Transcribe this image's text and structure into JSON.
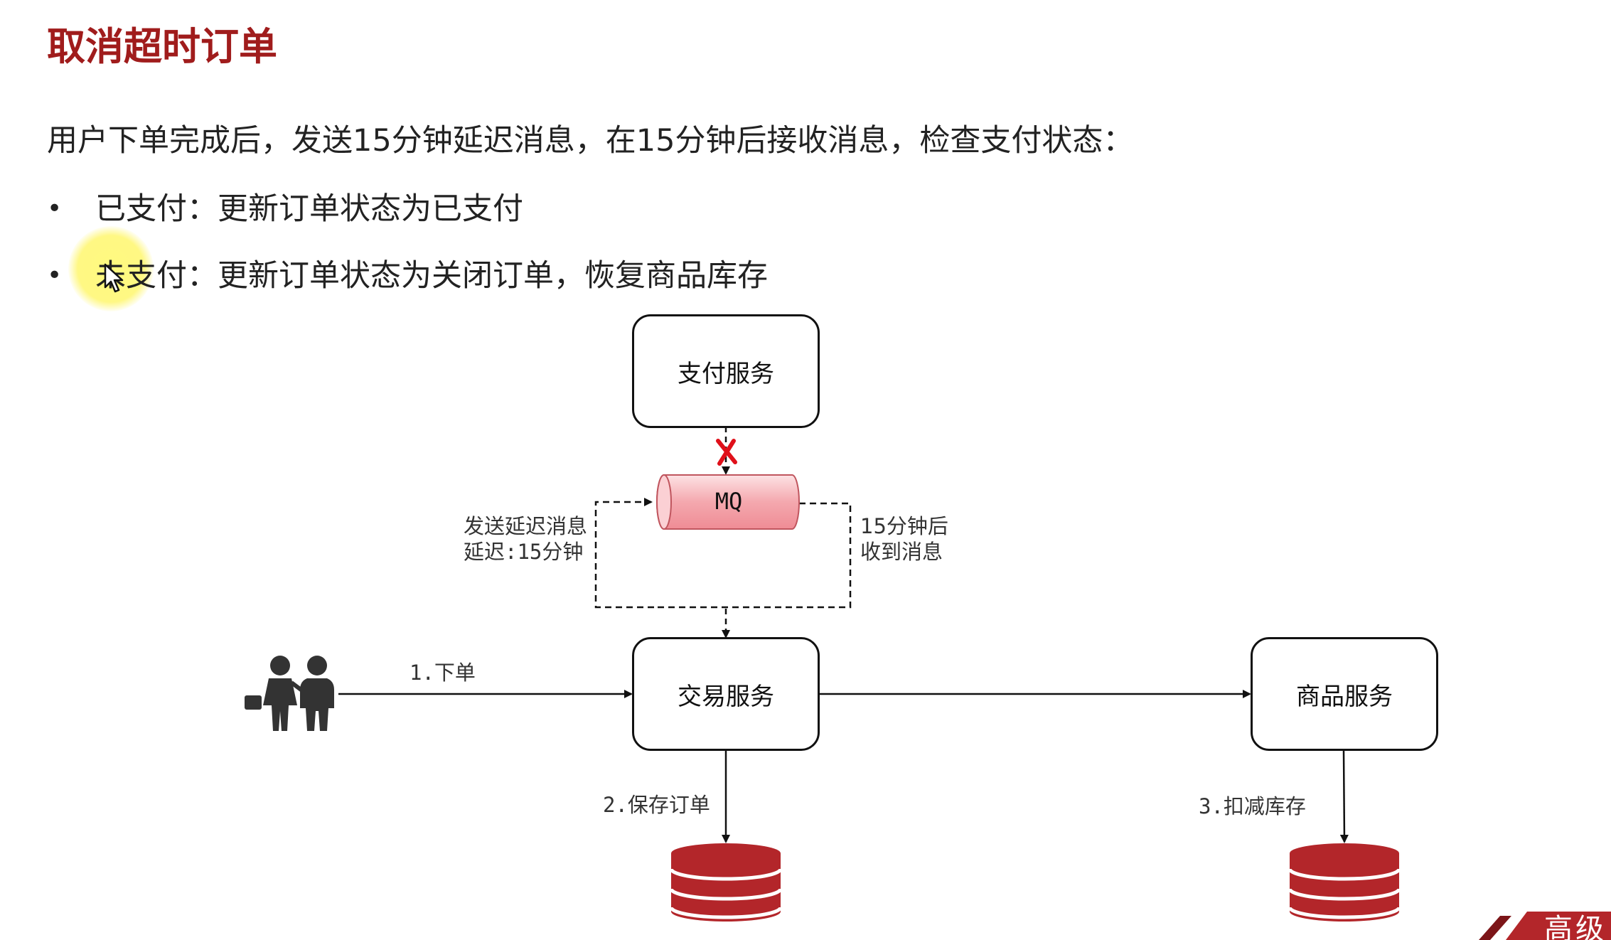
{
  "title": "取消超时订单",
  "intro": "用户下单完成后，发送15分钟延迟消息，在15分钟后接收消息，检查支付状态：",
  "bullets": [
    {
      "text": "已支付：更新订单状态为已支付"
    },
    {
      "text": "未支付：更新订单状态为关闭订单，恢复商品库存"
    }
  ],
  "diagram": {
    "pay_service": "支付服务",
    "mq": "MQ",
    "trade_service": "交易服务",
    "item_service": "商品服务",
    "send_delay_label_line1": "发送延迟消息",
    "send_delay_label_line2": "延迟:15分钟",
    "receive_label_line1": "15分钟后",
    "receive_label_line2": "收到消息",
    "step1": "1.下单",
    "step2": "2.保存订单",
    "step3": "3.扣减库存"
  },
  "badge": "高级",
  "colors": {
    "title": "#a01c1c",
    "mq_fill": "#f4a8ae",
    "database": "#b3262a",
    "cancel_mark": "#e0101a",
    "badge": "#b3262a"
  }
}
